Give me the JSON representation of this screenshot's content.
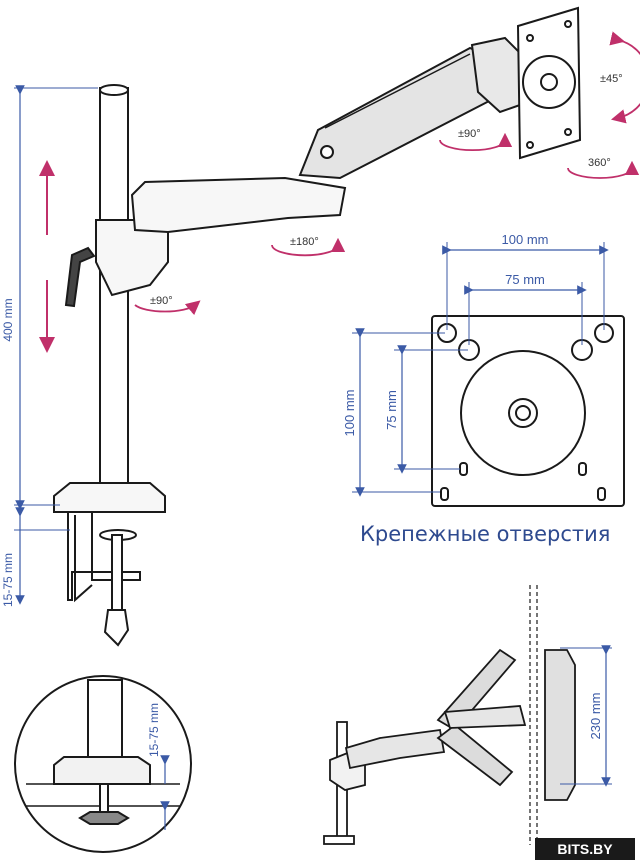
{
  "dimensions": {
    "pole_height": "400 mm",
    "clamp_range": "15-75 mm",
    "vesa_outer": "100 mm",
    "vesa_inner": "75 mm",
    "vesa_outer_v": "100 mm",
    "vesa_inner_v": "75 mm",
    "detail_clamp_range": "15-75 mm",
    "height_adjust": "230 mm"
  },
  "rotations": {
    "tilt": "±45°",
    "swivel_head": "±90°",
    "rotation": "360°",
    "arm": "±180°",
    "base": "±90°"
  },
  "caption": "Крепежные отверстия",
  "watermark": "BITS.BY",
  "colors": {
    "dimension": "#3b5aa6",
    "arrow": "#c0306a",
    "outline": "#1a1a1a"
  }
}
